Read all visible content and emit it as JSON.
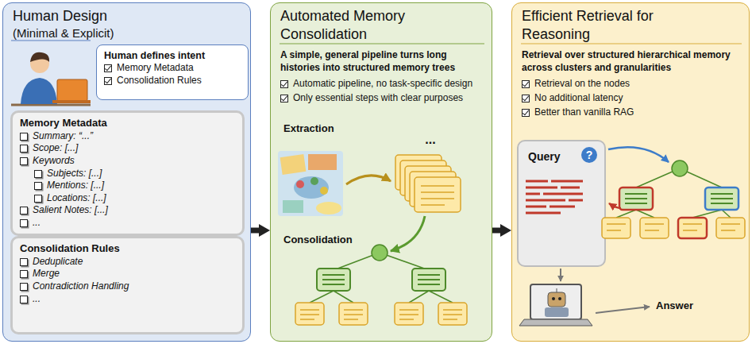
{
  "diagram": {
    "nodes": [
      {
        "text": [
          "Human Design",
          "(Minimal & Explicit)"
        ]
      },
      {
        "text": [
          "Human defines intent",
          "Memory Metadata",
          "Consolidation Rules"
        ],
        "in": 0
      },
      {
        "text": [
          "Memory Metadata",
          "Summary: “...”",
          "Scope: [...]",
          "Keywords",
          "Subjects: [...]",
          "Mentions: [...]",
          "Locations: [...]",
          "Salient Notes: [...]",
          "..."
        ],
        "in": 0
      },
      {
        "text": [
          "Consolidation Rules",
          "Deduplicate",
          "Merge",
          "Contradiction Handling",
          "..."
        ],
        "in": 0
      },
      {
        "text": [
          "Automated Memory Consolidation",
          "A simple, general pipeline turns long histories into structured memory trees",
          "Automatic pipeline, no task-specific design",
          "Only essential steps with clear purposes",
          "Extraction",
          "Consolidation"
        ]
      },
      {
        "text": [
          "Efficient Retrieval for Reasoning",
          "Retrieval over structured hierarchical memory across clusters and granularities",
          "Retrieval on the nodes",
          "No additional latency",
          "Better than vanilla RAG"
        ]
      },
      {
        "text": [
          "Query"
        ],
        "in": 5
      }
    ],
    "edges": [
      {
        "from": 0,
        "to": 4,
        "arrow": "to"
      },
      {
        "from": 4,
        "to": 5,
        "arrow": "to"
      }
    ],
    "labels": [
      "...",
      "?",
      "Answer"
    ]
  }
}
